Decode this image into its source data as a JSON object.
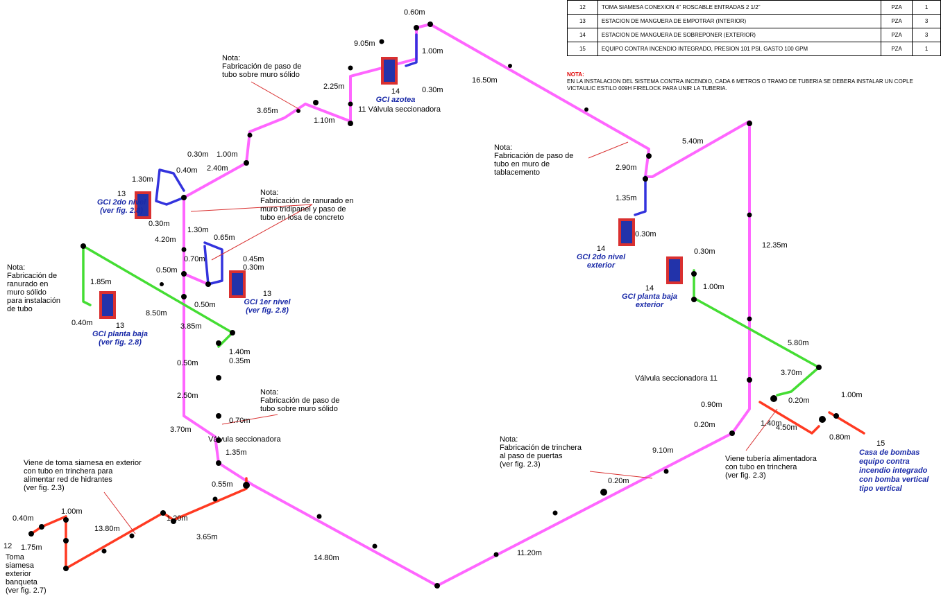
{
  "legend": {
    "rows": [
      {
        "num": "12",
        "desc": "TOMA SIAMESA CONEXION 4\" ROSCABLE ENTRADAS 2 1/2\"",
        "unit": "PZA",
        "qty": "1"
      },
      {
        "num": "13",
        "desc": "ESTACION DE MANGUERA DE EMPOTRAR (INTERIOR)",
        "unit": "PZA",
        "qty": "3"
      },
      {
        "num": "14",
        "desc": "ESTACION DE MANGUERA DE SOBREPONER (EXTERIOR)",
        "unit": "PZA",
        "qty": "3"
      },
      {
        "num": "15",
        "desc": "EQUIPO CONTRA INCENDIO INTEGRADO, PRESION 101 PSI, GASTO 100 GPM",
        "unit": "PZA",
        "qty": "1"
      }
    ]
  },
  "top_note": {
    "title": "NOTA:",
    "text": "EN LA INSTALACION DEL SISTEMA CONTRA INCENDIO,  CADA 6 METROS O TRAMO DE TUBERIA SE DEBERA INSTALAR UN COPLE VICTAULIC ESTILO 009H FIRELOCK PARA UNIR LA TUBERIA."
  },
  "notes": {
    "n1": "Nota:\nFabricación de paso de\ntubo sobre muro sólido",
    "n2": "Nota:\nFabricación de ranurado en\nmuro tridipanel y paso de\ntubo en losa de concreto",
    "n3": "Nota:\nFabricación de\nranurado en\nmuro sólido\npara instalación\nde tubo",
    "n4": "Nota:\nFabricación de paso de\ntubo sobre muro sólido",
    "n5": "Viene de toma siamesa en exterior\ncon tubo en trinchera para\nalimentar red de hidrantes\n(ver fig. 2.3)",
    "n6": "Nota:\nFabricación de paso de\ntubo en muro de\ntablacemento",
    "n7": "Nota:\nFabricación de trinchera\nal paso de puertas\n(ver fig. 2.3)",
    "n8": "Viene tubería alimentadora\ncon tubo en trinchera\n(ver fig. 2.3)"
  },
  "cabinets": {
    "c1": {
      "num": "14",
      "name": "GCI azotea"
    },
    "c2": {
      "num": "13",
      "name": "GCI 2do nivel\n(ver fig. 2.8)"
    },
    "c3": {
      "num": "13",
      "name": "GCI 1er nivel\n(ver fig. 2.8)"
    },
    "c4": {
      "num": "13",
      "name": "GCI planta baja\n(ver fig. 2.8)"
    },
    "c5": {
      "num": "14",
      "name": "GCI 2do nivel\nexterior"
    },
    "c6": {
      "num": "14",
      "name": "GCI planta baja\nexterior"
    }
  },
  "pump": {
    "num": "15",
    "name": "Casa de bombas\nequipo contra\nincendio integrado\ncon bomba vertical\ntipo vertical"
  },
  "siamese": {
    "num": "12",
    "text": "Toma\nsiamesa\nexterior\nbanqueta\n(ver fig. 2.7)"
  },
  "valves": {
    "v1": "11 Válvula seccionadora",
    "v2": "Válvula seccionadora",
    "v3": "Válvula seccionadora  11"
  },
  "dims": {
    "d1": "0.60m",
    "d2": "9.05m",
    "d3": "1.00m",
    "d4": "2.25m",
    "d5": "0.30m",
    "d6": "16.50m",
    "d7": "3.65m",
    "d8": "1.10m",
    "d9": "1.00m",
    "d10": "0.30m",
    "d11": "2.40m",
    "d12": "1.30m",
    "d13": "0.40m",
    "d14": "0.30m",
    "d15": "4.20m",
    "d16": "1.30m",
    "d17": "0.65m",
    "d18": "0.70m",
    "d19": "0.45m",
    "d20": "0.50m",
    "d21": "0.30m",
    "d22": "0.50m",
    "d23": "1.85m",
    "d24": "8.50m",
    "d25": "0.40m",
    "d26": "3.85m",
    "d27": "1.40m",
    "d28": "0.35m",
    "d29": "0.50m",
    "d30": "2.50m",
    "d31": "0.70m",
    "d32": "3.70m",
    "d33": "1.35m",
    "d34": "0.55m",
    "d35": "0.40m",
    "d36": "1.00m",
    "d37": "13.80m",
    "d38": "1.20m",
    "d39": "3.65m",
    "d40": "1.75m",
    "d41": "14.80m",
    "d42": "11.20m",
    "d43": "9.10m",
    "d44": "0.20m",
    "d45": "5.40m",
    "d46": "2.90m",
    "d47": "1.35m",
    "d48": "0.30m",
    "d49": "12.35m",
    "d50": "0.30m",
    "d51": "1.00m",
    "d52": "5.80m",
    "d53": "3.70m",
    "d54": "0.90m",
    "d55": "0.20m",
    "d56": "1.40m",
    "d57": "4.50m",
    "d58": "0.20m",
    "d59": "1.00m",
    "d60": "0.80m"
  },
  "colors": {
    "pipe_3in": "#ff66ff",
    "pipe_2in": "#3333dd",
    "pipe_2_5in": "#44dd33",
    "pipe_4in": "#ff3a22",
    "cabinet_frame": "#d93030",
    "cabinet_fill": "#2233aa",
    "note_red": "#e00000",
    "blue_text": "#1a2aa8"
  }
}
